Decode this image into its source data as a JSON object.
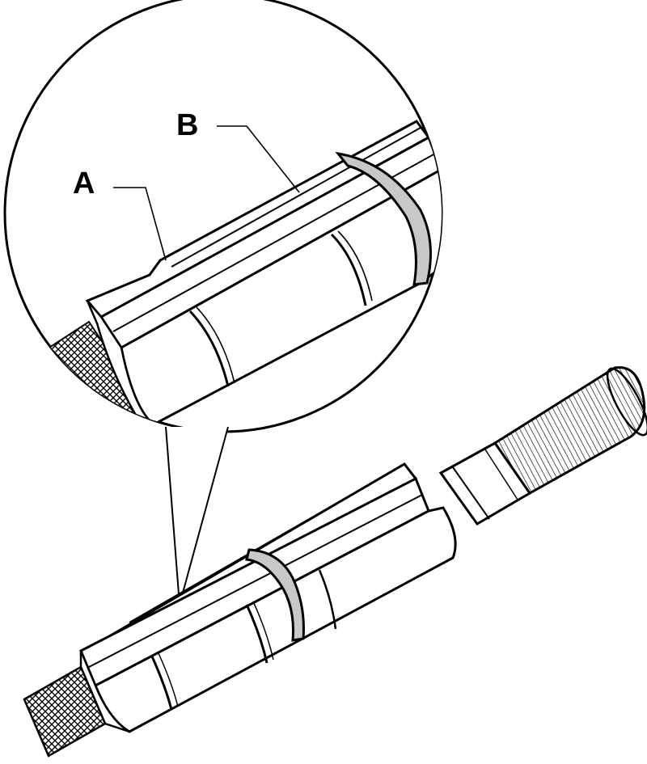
{
  "callouts": [
    {
      "id": "A",
      "text": "A"
    },
    {
      "id": "B",
      "text": "B"
    }
  ],
  "colors": {
    "line": "#000000",
    "paper": "#ffffff",
    "ring": "#c8c8c8"
  }
}
